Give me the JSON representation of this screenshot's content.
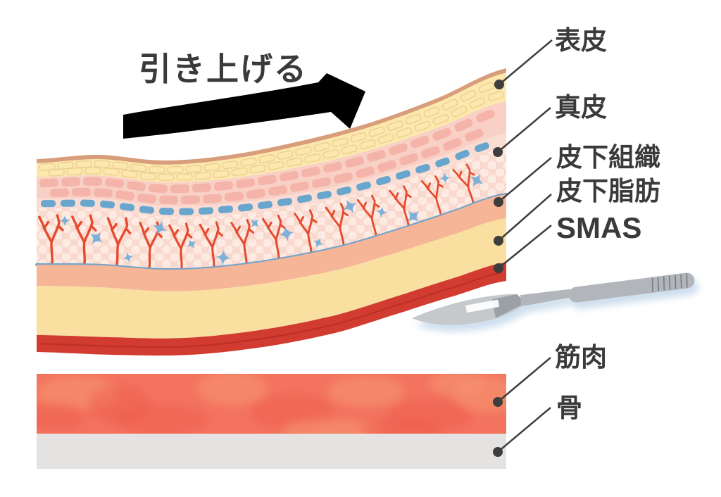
{
  "title": {
    "text": "引き上げる"
  },
  "arrow": {
    "meaning": "lift-up-direction",
    "color": "#c9132b"
  },
  "labels": [
    {
      "id": "epidermis",
      "text": "表皮"
    },
    {
      "id": "dermis",
      "text": "真皮"
    },
    {
      "id": "subcutaneous-tissue",
      "text": "皮下組織"
    },
    {
      "id": "subcutaneous-fat",
      "text": "皮下脂肪"
    },
    {
      "id": "smas",
      "text": "SMAS"
    },
    {
      "id": "muscle",
      "text": "筋肉"
    },
    {
      "id": "bone",
      "text": "骨"
    }
  ],
  "tools": [
    {
      "id": "scalpel",
      "icon": "scalpel-icon"
    }
  ],
  "palette": {
    "corneum": "#d89d7b",
    "epidermis_bg": "#fce7ac",
    "epidermis_cell_line": "#eccd90",
    "dermis_bg": "#f9d0c5",
    "dermis_brick": "#f5b4a9",
    "basal_row_bg": "#fadcd3",
    "basal_dash": "#68a6ce",
    "tissue_bg": "#f9d8cd",
    "tissue_pebble": "#fdebe3",
    "vessel": "#e64b2e",
    "fibroblast": "#7db1d8",
    "tissue_line": "#6fa3cc",
    "subcutaneous": "#f6b596",
    "fat": "#f9dfa0",
    "smas": "#d23b30",
    "smas_line": "#b82e24",
    "muscle": "#f3735e",
    "muscle_light": "#f6916f",
    "muscle_dark": "#ee5c4b",
    "bone": "#e5e3e2",
    "leader": "#3d3d3d",
    "label_text": "#3a3a3a",
    "scalpel_blade": "#c6c9cc",
    "scalpel_dark": "#9aa0a6",
    "scalpel_handle": "#b2b6ba",
    "scalpel_ridge": "#6f757b",
    "scalpel_shadow": "#bcd3e8"
  }
}
